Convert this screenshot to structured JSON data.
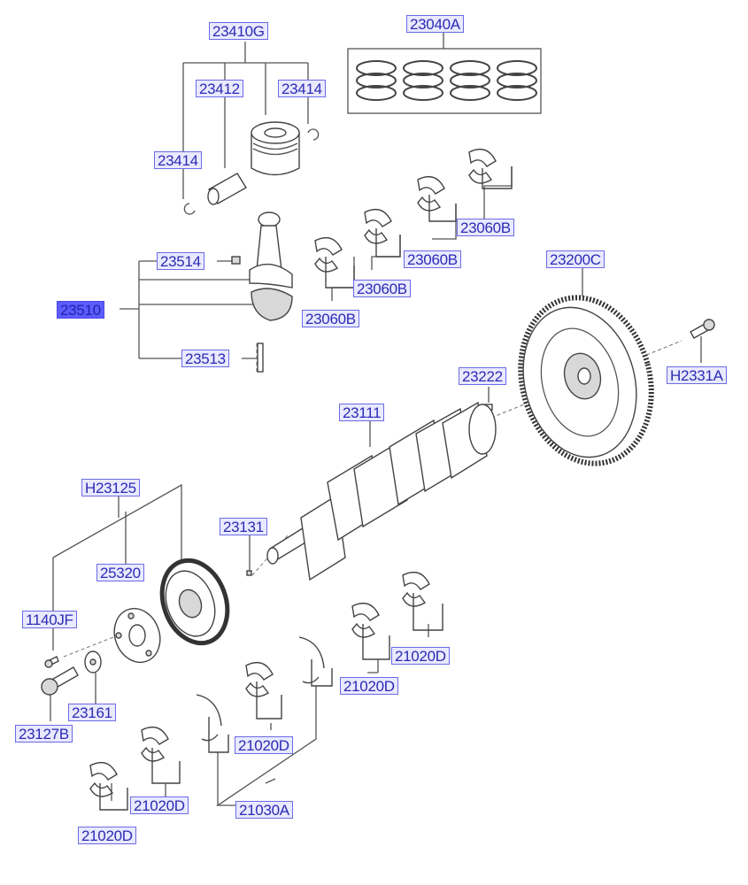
{
  "diagram": {
    "title": "Crankshaft & Piston exploded parts diagram",
    "selected_part": "23510",
    "colors": {
      "label_fill": "#e9e9ff",
      "label_border": "#6b6be6",
      "label_text": "#2b2bb5",
      "selected_fill": "#5c5cff",
      "line": "#555555"
    },
    "labels": {
      "p23410G": "23410G",
      "p23040A": "23040A",
      "p23412": "23412",
      "p23414a": "23414",
      "p23414b": "23414",
      "p23060B_1": "23060B",
      "p23060B_2": "23060B",
      "p23060B_3": "23060B",
      "p23060B_4": "23060B",
      "p23200C": "23200C",
      "p23514": "23514",
      "p23510": "23510",
      "p23513": "23513",
      "p23222": "23222",
      "pH2331A": "H2331A",
      "p23111": "23111",
      "pH23125": "H23125",
      "p23131": "23131",
      "p25320": "25320",
      "p1140JF": "1140JF",
      "p23161": "23161",
      "p23127B": "23127B",
      "p21020D_1": "21020D",
      "p21020D_2": "21020D",
      "p21020D_3": "21020D",
      "p21020D_4": "21020D",
      "p21020D_5": "21020D",
      "p21030A": "21030A"
    },
    "parts": [
      {
        "code": "23410G",
        "name": "piston-assembly"
      },
      {
        "code": "23040A",
        "name": "piston-ring-set"
      },
      {
        "code": "23412",
        "name": "piston-pin"
      },
      {
        "code": "23414",
        "name": "snap-ring"
      },
      {
        "code": "23060B",
        "name": "connecting-rod-bearing"
      },
      {
        "code": "23200C",
        "name": "flywheel"
      },
      {
        "code": "23514",
        "name": "connecting-rod-nut"
      },
      {
        "code": "23510",
        "name": "connecting-rod-assembly"
      },
      {
        "code": "23513",
        "name": "connecting-rod-bolt"
      },
      {
        "code": "23222",
        "name": "flywheel-dowel-pin"
      },
      {
        "code": "H2331A",
        "name": "flywheel-bolt"
      },
      {
        "code": "23111",
        "name": "crankshaft"
      },
      {
        "code": "H23125",
        "name": "damper-pulley-assembly"
      },
      {
        "code": "23131",
        "name": "crankshaft-key"
      },
      {
        "code": "25320",
        "name": "pulley-hub"
      },
      {
        "code": "1140JF",
        "name": "hub-bolt"
      },
      {
        "code": "23161",
        "name": "washer"
      },
      {
        "code": "23127B",
        "name": "pulley-bolt"
      },
      {
        "code": "21020D",
        "name": "main-bearing"
      },
      {
        "code": "21030A",
        "name": "thrust-washer"
      }
    ]
  }
}
